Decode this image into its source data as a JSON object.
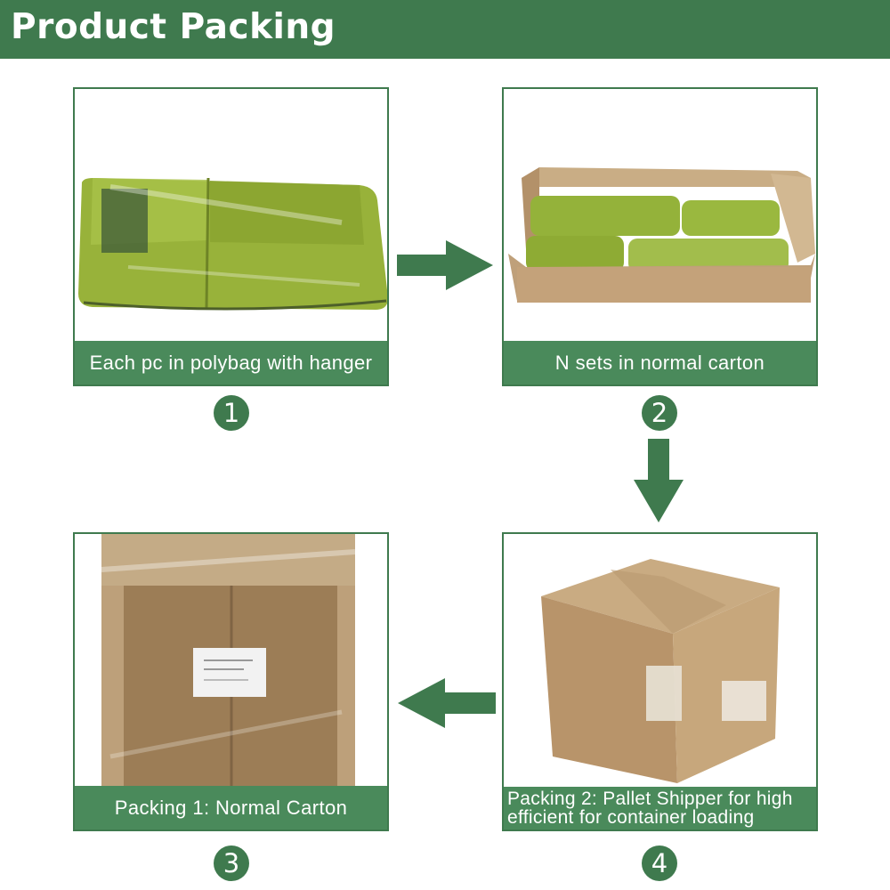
{
  "header": {
    "title": "Product Packing"
  },
  "steps": [
    {
      "number": "1",
      "caption": "Each pc in polybag with hanger"
    },
    {
      "number": "2",
      "caption": "N sets in normal carton"
    },
    {
      "number": "3",
      "caption": "Packing 1: Normal Carton"
    },
    {
      "number": "4",
      "caption_line1": "Packing 2: Pallet Shipper for high",
      "caption_line2": "efficient for container loading"
    }
  ],
  "colors": {
    "brand_green": "#3f7a4e",
    "caption_green": "#4a8a5b",
    "product_green": "#9cb33a",
    "cardboard": "#c4a27a"
  },
  "icons": [
    "arrow-right-icon",
    "arrow-down-icon",
    "arrow-left-icon"
  ]
}
